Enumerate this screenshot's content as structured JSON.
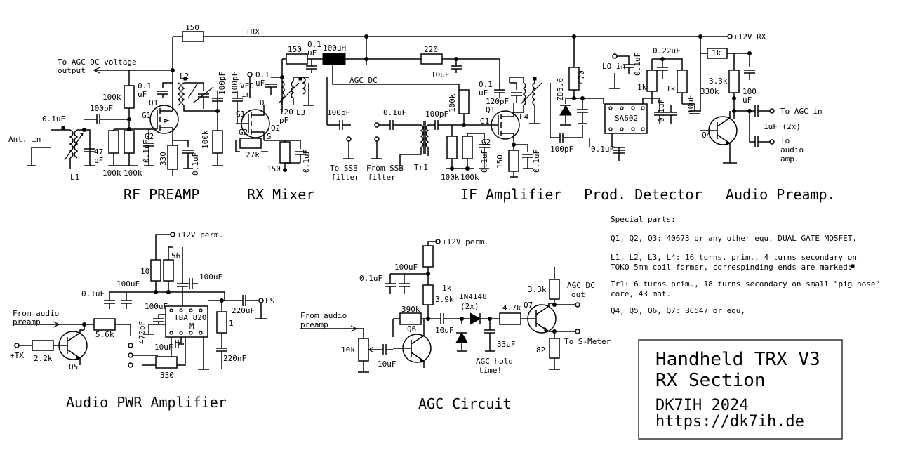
{
  "section_titles": {
    "rf_preamp": "RF PREAMP",
    "rx_mixer": "RX Mixer",
    "if_amp": "IF Amplifier",
    "prod_det": "Prod. Detector",
    "audio_pre": "Audio Preamp.",
    "audio_pwr": "Audio PWR Amplifier",
    "agc": "AGC Circuit"
  },
  "rails": {
    "plus_rx": "+RX",
    "plus12_rx": "+12V RX",
    "plus12_perm_1": "+12V perm.",
    "plus12_perm_2": "+12V perm.",
    "plus_tx": "+TX"
  },
  "io_labels": {
    "agc_out_1": "To AGC DC voltage",
    "agc_out_2": "output",
    "ant_1": "Ant. in",
    "vfo_1": "VFO",
    "vfo_2": "in",
    "lo_in": "LO in",
    "to_ssb_1": "To SSB",
    "to_ssb_2": "filter",
    "from_ssb_1": "From SSB",
    "from_ssb_2": "filter",
    "to_agc_in": "To AGC in",
    "to_audio_1": "To",
    "to_audio_2": "audio",
    "to_audio_3": "amp.",
    "from_audio_a1": "From audio",
    "from_audio_a2": "preamp",
    "from_audio_b1": "From audio",
    "from_audio_b2": "preamp",
    "ls": "LS",
    "agc_dc_1": "AGC DC",
    "agc_dc_2": "out",
    "to_smeter": "To S-Meter",
    "agc_dc_wire": "AGC DC",
    "agc_hold_1": "AGC hold",
    "agc_hold_2": "time!"
  },
  "components": {
    "r150_top": "150",
    "r150_mix": "150",
    "l100uh": "100uH",
    "c01_top_1": "0.1",
    "c01_top_2": "uF",
    "r220": "220",
    "c10uf_if": "10uF",
    "r100k_g2a": "100k",
    "c01_a_1": "0.1",
    "c01_a_2": "uF",
    "l2": "L2",
    "c100pf_v1": "100pF",
    "c100pf_v2": "100pF",
    "q1_rf": "Q1",
    "g1_rf": "G1",
    "g2_rf": "G2",
    "c01_ant": "0.1uF",
    "c100pf_in": "100pF",
    "c47_1": "47",
    "c47_2": "pF",
    "l1": "L1",
    "r100k_b1": "100k",
    "r100k_b2": "100k",
    "c01_g2": "0.1uF",
    "r330_rf": "330",
    "c01_src": "0.1uF",
    "r100k_out": "100k",
    "c01_mix_1": "0.1",
    "c01_mix_2": "uF",
    "d_lbl": "D",
    "q2": "Q2",
    "g1_mix": "G1",
    "g2_mix": "G2",
    "s_lbl": "S",
    "r27k": "27k",
    "r150_src": "150",
    "c01_mix_src": "0.1uF",
    "c120_1": "120",
    "c120_2": "pF",
    "l3": "L3",
    "c100pf_mixout": "100pF",
    "c01_ssb": "0.1uF",
    "c100pf_if_in": "100pF",
    "tr1": "Tr1",
    "r100k_if_1": "100k",
    "r100k_if_2": "100k",
    "r100k_if_g2": "100k",
    "q1_if": "Q1",
    "g1_if": "G1",
    "g2_if": "G2",
    "c01_if_a_1": "0.1",
    "c01_if_a_2": "uF",
    "c120pf_if": "120pF",
    "l4": "L4",
    "c01_if_g2": "0.1uF",
    "r150_if": "150",
    "c01_if_src": "0.1uF",
    "zd": "ZD5.6",
    "r470": "470",
    "c100pf_det": "100pF",
    "c01_det": "0.1uF",
    "c01_lo": "0.1uF",
    "r1k_a": "1k",
    "c022": "0.22uF",
    "r1k_b": "1k",
    "c01_det2": "0.1uF",
    "c10uf_det": "10uF",
    "sa602": "SA602",
    "r1k_c": "1k",
    "r33k": "3.3k",
    "r330k": "330k",
    "c100uf_ap_1": "100",
    "c100uf_ap_2": "uF",
    "q4": "Q4",
    "c1uf_2x": "1uF (2x)",
    "pa_r10": "10",
    "pa_r56": "56",
    "pa_c100uf_a": "100uF",
    "pa_c100uf_b": "100uF",
    "pa_c01": "0.1uF",
    "pa_c100uf_c": "100uF",
    "pa_c470pf": "470pF",
    "tba_1": "TBA 820",
    "tba_2": "M",
    "pa_c220uf": "220uF",
    "pa_r1": "1",
    "pa_c220nf": "220nF",
    "pa_c10uf": "10uF",
    "pa_r330": "330",
    "pa_r56k": "5.6k",
    "pa_r22k": "2.2k",
    "q5": "Q5",
    "agc_c100uf": "100uF",
    "agc_c01": "0.1uF",
    "agc_r1k": "1k",
    "agc_r39k": "3.9k",
    "agc_r390k": "390k",
    "agc_d_1": "1N4148",
    "agc_d_2": "(2x)",
    "agc_r47k": "4.7k",
    "q7": "Q7",
    "agc_r33k": "3.3k",
    "q6": "Q6",
    "agc_c10uf_a": "10uF",
    "agc_c33uf": "33uF",
    "agc_r82": "82",
    "agc_r10k": "10k",
    "agc_c10uf_b": "10uF"
  },
  "special_parts": {
    "heading": "Special parts:",
    "lines": [
      "Q1, Q2, Q3: 40673 or any other equ. DUAL GATE MOSFET.",
      "L1, L2, L3, L4: 16 turns. prim., 4 turns secondary on",
      "TOKO 5mm coil former, correspinding ends are marked:",
      "Tr1: 6 turns prim., 18 turns secondary on small \"pig nose\"",
      "core, 43 mat.",
      "Q4, Q5, Q6, Q7: BC547 or equ,"
    ]
  },
  "title_block": {
    "line1": "Handheld TRX V3",
    "line2": "RX Section",
    "line3": "DK7IH 2024",
    "line4": "https://dk7ih.de"
  }
}
